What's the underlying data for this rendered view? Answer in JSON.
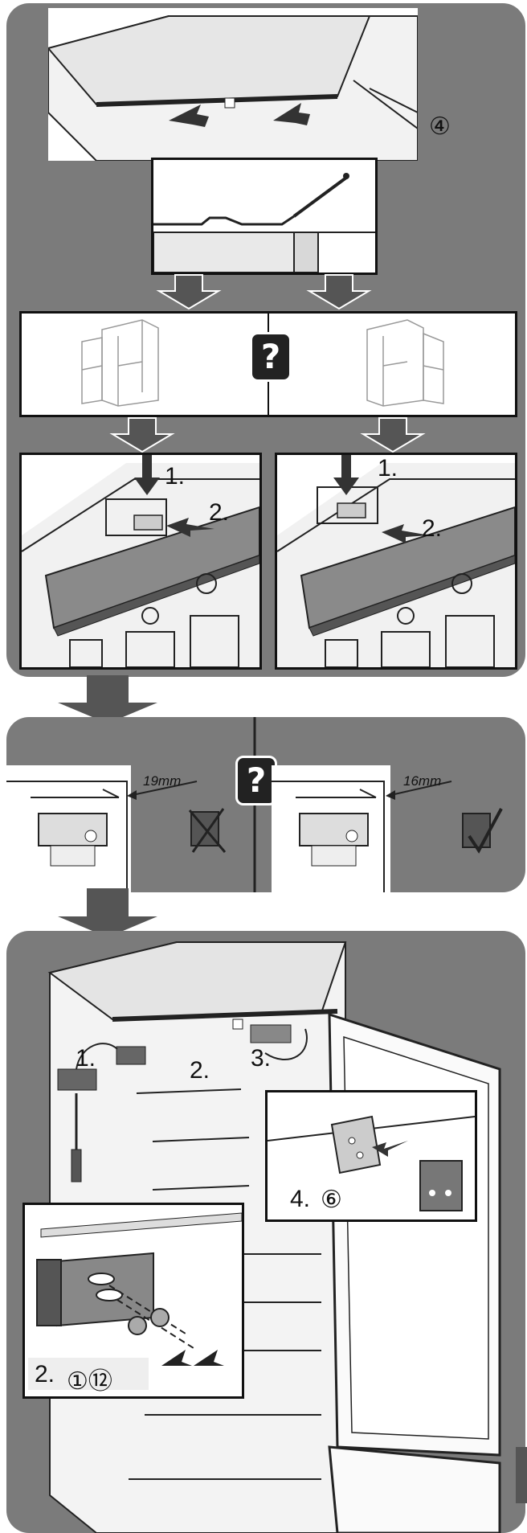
{
  "step1": {
    "badge": "④",
    "question_mark": "?",
    "left_labels": {
      "press": "1.",
      "push": "2."
    },
    "right_labels": {
      "press": "1.",
      "push": "2."
    }
  },
  "step2": {
    "question_mark": "?",
    "left_measure": "19mm",
    "right_measure": "16mm",
    "left_result_icon": "cross-mark-icon",
    "right_result_icon": "check-mark-icon"
  },
  "step3": {
    "label_remove": "1.",
    "label_screws": "2.",
    "label_slide": "3.",
    "detail_label_num": "4.",
    "detail_label_circ": "⑥",
    "inset_label_num": "2.",
    "inset_label_circ": "①⑫"
  },
  "colors": {
    "panel": "#7b7b7b",
    "arrow": "#555555",
    "frame": "#111111"
  }
}
